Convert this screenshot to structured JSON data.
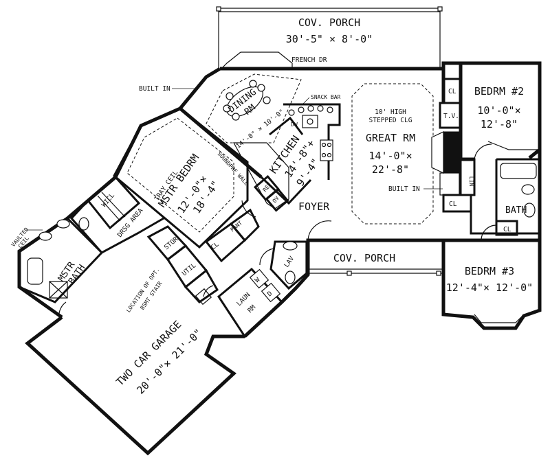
{
  "rooms": {
    "cov_porch_top": {
      "name": "COV. PORCH",
      "dims": "30'-5\" × 8'-0\""
    },
    "french_dr": "FRENCH DR",
    "built_in_1": "BUILT IN",
    "dining": {
      "name_1": "DINING",
      "name_2": "RM",
      "dims": "14'-0\" × 10'-0\""
    },
    "snack_bar": "SNACK BAR",
    "dw": "DW",
    "great_rm": {
      "note_1": "10' HIGH",
      "note_2": "STEPPED CLG",
      "name": "GREAT RM",
      "dims_1": "14'-0\"×",
      "dims_2": "22'-8\""
    },
    "kitchen": {
      "name": "KITCHEN",
      "dims_1": "14'-8\"+",
      "dims_2": "9'-4\""
    },
    "ref": "REF",
    "ov": "OV",
    "soundprf_wall": "SOUNDPRF WALL",
    "bedrm2": {
      "name": "BEDRM #2",
      "dims_1": "10'-0\"×",
      "dims_2": "12'-8\""
    },
    "cl": "CL",
    "tv": "T.V.",
    "lin": "LIN",
    "built_in_2": "BUILT IN",
    "bath": "BATH",
    "foyer": "FOYER",
    "mstr_bedrm": {
      "note": "TRAY CEIL",
      "name": "MSTR BEDRM",
      "dims_1": "12'-0\"×",
      "dims_2": "18'-4\""
    },
    "wicl": "WICL",
    "drsg_area": "DRSG AREA",
    "vaulted_ceil_1": "VAULTED",
    "vaulted_ceil_2": "CEIL",
    "mstr_bath_1": "MSTR",
    "mstr_bath_2": "BATH",
    "stor": "STOR",
    "pant": "PANT",
    "util": "UTIL",
    "lav": "LAV",
    "cov_porch_front": "COV. PORCH",
    "laun_rm_1": "LAUN",
    "laun_rm_2": "RM",
    "w": "W",
    "d": "D",
    "bedrm3": {
      "name": "BEDRM #3",
      "dims": "12'-4\"× 12'-0\""
    },
    "bsmt_stair": {
      "line_1": "LOCATION OF OPT.",
      "line_2": "BSMT STAIR"
    },
    "garage": {
      "name": "TWO CAR GARAGE",
      "dims": "20'-0\"× 21'-0\""
    }
  }
}
